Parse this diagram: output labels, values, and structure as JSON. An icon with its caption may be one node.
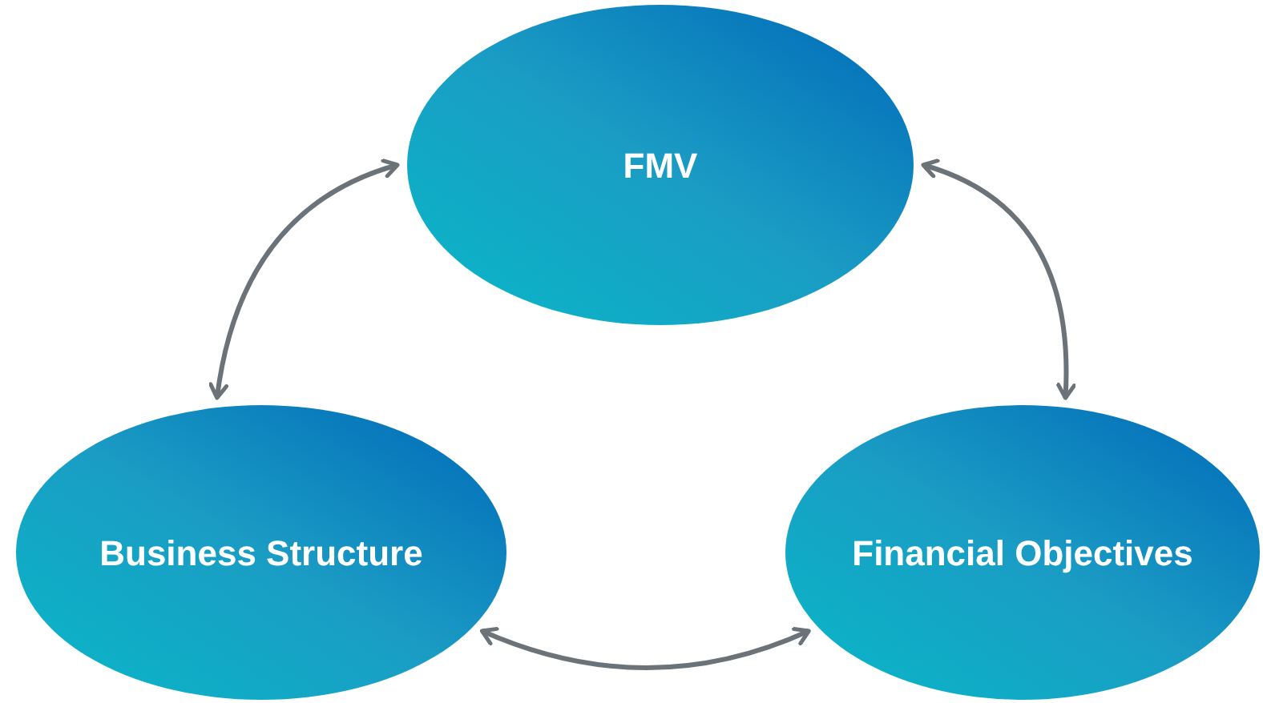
{
  "diagram": {
    "nodes": [
      {
        "text": [
          "FMV"
        ]
      },
      {
        "text": [
          "Business Structure"
        ]
      },
      {
        "text": [
          "Financial Objectives"
        ]
      }
    ],
    "edges": [
      {
        "from": 0,
        "to": 1,
        "arrow": "both"
      },
      {
        "from": 0,
        "to": 2,
        "arrow": "both"
      },
      {
        "from": 1,
        "to": 2,
        "arrow": "both"
      }
    ]
  }
}
